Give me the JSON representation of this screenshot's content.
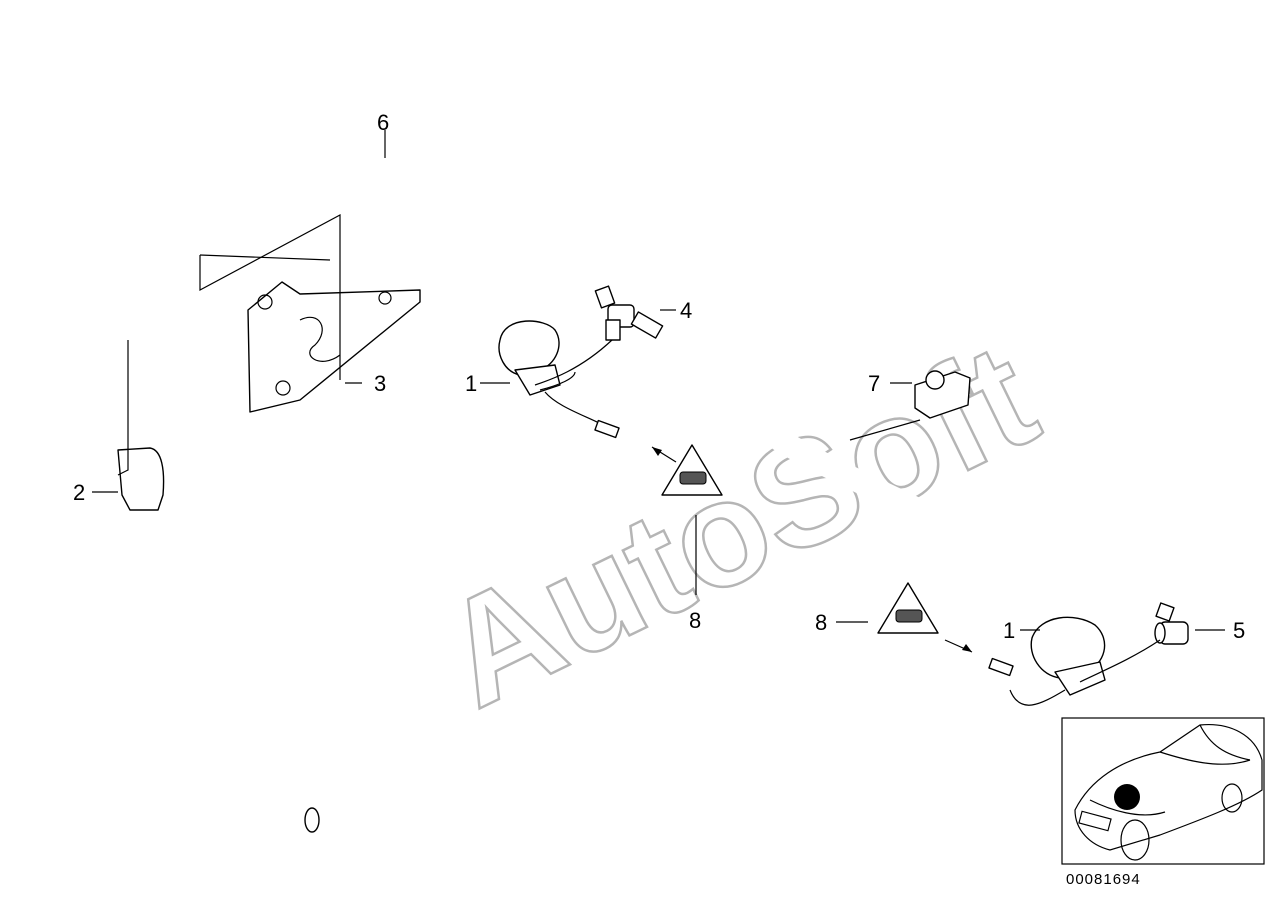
{
  "diagram": {
    "watermark": "AutoSoft",
    "drawing_number": "00081694",
    "callouts": [
      {
        "id": "c1a",
        "label": "1"
      },
      {
        "id": "c1b",
        "label": "1"
      },
      {
        "id": "c2",
        "label": "2"
      },
      {
        "id": "c3",
        "label": "3"
      },
      {
        "id": "c4",
        "label": "4"
      },
      {
        "id": "c5",
        "label": "5"
      },
      {
        "id": "c6",
        "label": "6"
      },
      {
        "id": "c7",
        "label": "7"
      },
      {
        "id": "c8a",
        "label": "8"
      },
      {
        "id": "c8b",
        "label": "8"
      }
    ],
    "inset": {
      "marker_color": "#000000"
    }
  }
}
